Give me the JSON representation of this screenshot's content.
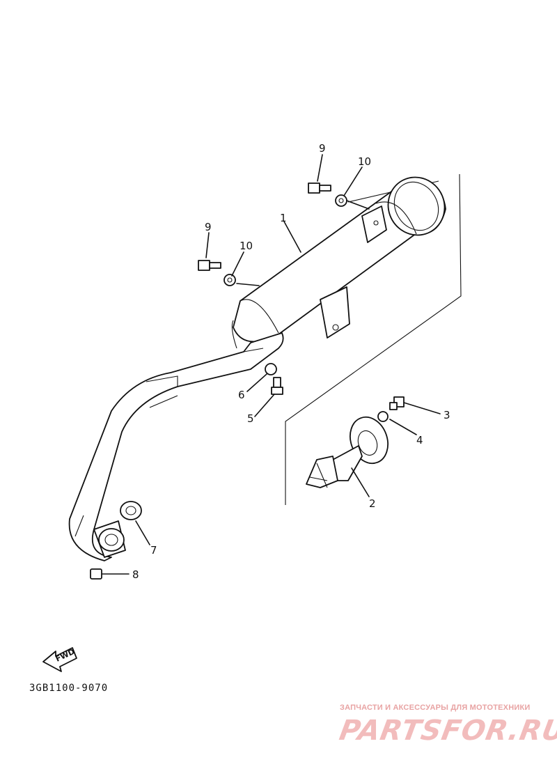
{
  "callouts": {
    "c1": "1",
    "c2": "2",
    "c3": "3",
    "c4": "4",
    "c5": "5",
    "c6": "6",
    "c7": "7",
    "c8": "8",
    "c9a": "9",
    "c9b": "9",
    "c10a": "10",
    "c10b": "10"
  },
  "fwd_label": "FWD",
  "diagram_code": "3GB1100-9070",
  "watermark": {
    "tagline": "ЗАПЧАСТИ И АКСЕССУАРЫ ДЛЯ МОТОТЕХНИКИ",
    "logo": "PARTSFOR.RU"
  },
  "colors": {
    "ink": "#111111",
    "watermark": "#e8a3a3"
  }
}
